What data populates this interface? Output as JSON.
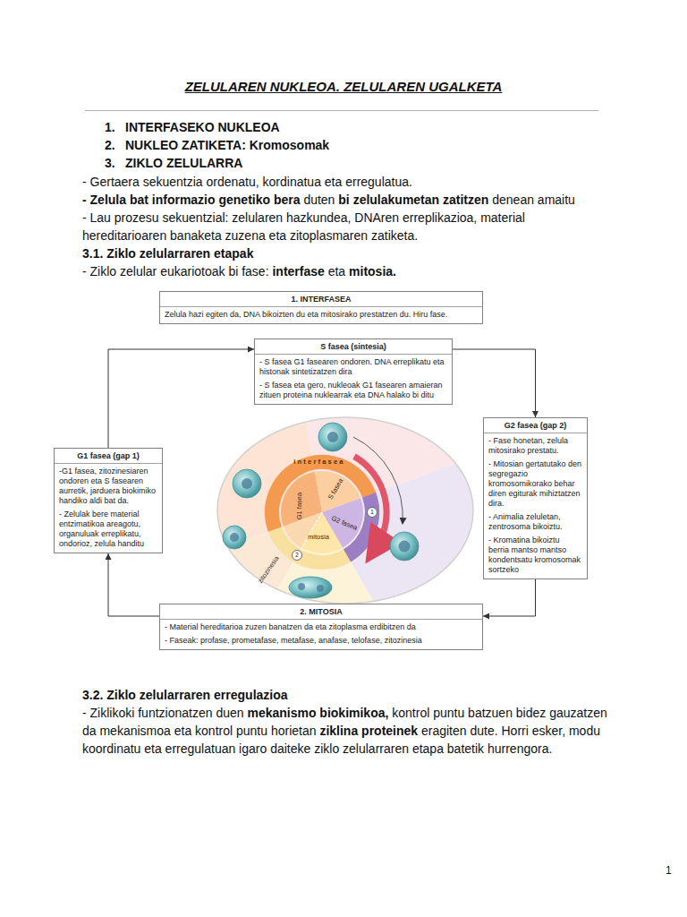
{
  "diagram": {
    "title": "ZELULAREN NUKLEOA. ZELULAREN UGALKETA",
    "nodes": [
      {
        "text": [
          "1. INTERFASEA",
          "Zelula hazi egiten da, DNA bikoizten du eta mitosirako prestatzen du. Hiru fase."
        ]
      },
      {
        "text": [
          "S fasea (sintesia)",
          "- S fasea G1 fasearen ondoren. DNA erreplikatu eta histonak sintetizatzen dira",
          "- S fasea eta gero, nukleoak G1 fasearen amaieran zituen proteina nuklearrak eta DNA halako bi ditu"
        ]
      },
      {
        "text": [
          "G1 fasea (gap 1)",
          "-G1 fasea, zitozinesiaren ondoren eta S fasearen aurretik, jarduera biokimiko handiko aldi bat da.",
          "- Zelulak bere material entzimatikoa areagotu, organuluak erreplikatu, ondorioz, zelula handitu"
        ]
      },
      {
        "text": [
          "G2 fasea (gap 2)",
          "- Fase honetan, zelula mitosirako prestatu.",
          "- Mitosian gertatutako den segregazio kromosomikorako behar diren egiturak mihiztatzen dira.",
          "- Animalia zeluletan, zentrosoma bikoiztu.",
          "- Kromatina bikoiztu berria mantso mantso kondentsatu kromosomak sortzeko"
        ]
      },
      {
        "text": [
          "2. MITOSIA",
          "- Material hereditarioa zuzen banatzen da eta zitoplasma erdibitzen da",
          "- Faseak: profase, prometafase, metafase, anafase, telofase, zitozinesia"
        ]
      }
    ],
    "edges": [
      {
        "from": 2,
        "to": 1,
        "arrow": "to"
      },
      {
        "from": 1,
        "to": 3,
        "arrow": "to"
      },
      {
        "from": 3,
        "to": 4,
        "arrow": "to"
      },
      {
        "from": 4,
        "to": 2,
        "arrow": "to"
      }
    ],
    "labels": [
      "1.",
      "INTERFASEKO NUKLEOA",
      "2.",
      "NUKLEO ZATIKETA: Kromosomak",
      "3.",
      "ZIKLO ZELULARRA",
      "- Gertaera sekuentzia ordenatu, kordinatua eta erregulatua.",
      "- Zelula bat informazio genetiko bera",
      "duten",
      "bi zelulakumetan zatitzen",
      "denean amaitu",
      "- Lau prozesu sekuentzial: zelularen hazkundea, DNAren erreplikazioa, material hereditarioaren banaketa zuzena eta zitoplasmaren zatiketa.",
      "3.1. Ziklo zelularraren etapak",
      "- Ziklo zelular eukariotoak bi fase:",
      "interfase",
      "eta",
      "mitosia.",
      "interfasea",
      "G1 fasea",
      "S fasea",
      "G2 fasea",
      "mitosia",
      "zitozinesia",
      "1",
      "2",
      "3.2. Ziklo zelularraren erregulazioa",
      "- Ziklikoki funtzionatzen duen",
      "mekanismo biokimikoa,",
      "kontrol puntu batzuen bidez gauzatzen da mekanismoa eta kontrol puntu horietan",
      "ziklina proteinek",
      "eragiten dute. Horri esker, modu koordinatu eta erregulatuan igaro daiteke ziklo zelularraren etapa batetik hurrengora.",
      "1"
    ]
  }
}
